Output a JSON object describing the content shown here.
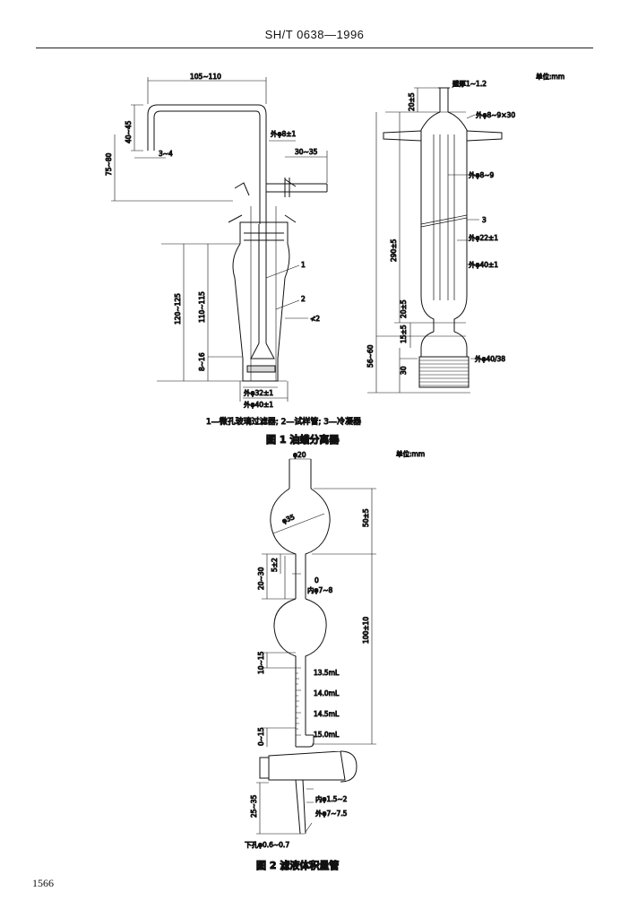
{
  "header": {
    "standard_no": "SH/T 0638—1996"
  },
  "figure1": {
    "unit": "单位:mm",
    "caption": "图 1   油蜡分离器",
    "legend": "1—微孔玻璃过滤器; 2—试样管; 3—冷凝器",
    "left": {
      "dims": [
        "105~110",
        "40~45",
        "75~80",
        "3~4",
        "外φ8±1",
        "30~35",
        "120~125",
        "110~115",
        "8~16",
        "外φ32±1",
        "外φ40±1",
        "≮2"
      ],
      "callouts": [
        "1",
        "2"
      ]
    },
    "right": {
      "dims": [
        "壁厚1~1.2",
        "20±5",
        "外φ8~9×30",
        "外φ8~9",
        "外φ22±1",
        "外φ40±1",
        "290±5",
        "20±5",
        "15±5",
        "56~60",
        "30",
        "外φ40/38"
      ],
      "callouts": [
        "3"
      ]
    }
  },
  "figure2": {
    "unit": "单位:mm",
    "caption": "图 2   滤液体积量管",
    "dims": [
      "φ20",
      "φ35",
      "50±5",
      "20~30",
      "5±2",
      "0",
      "内φ7~8",
      "100±10",
      "10~15",
      "0~15",
      "内φ1.5~2",
      "外φ7~7.5",
      "25~35",
      "下孔φ0.6~0.7"
    ],
    "graduations": [
      "13.5mL",
      "14.0mL",
      "14.5mL",
      "15.0mL"
    ]
  },
  "page_number": "1566"
}
